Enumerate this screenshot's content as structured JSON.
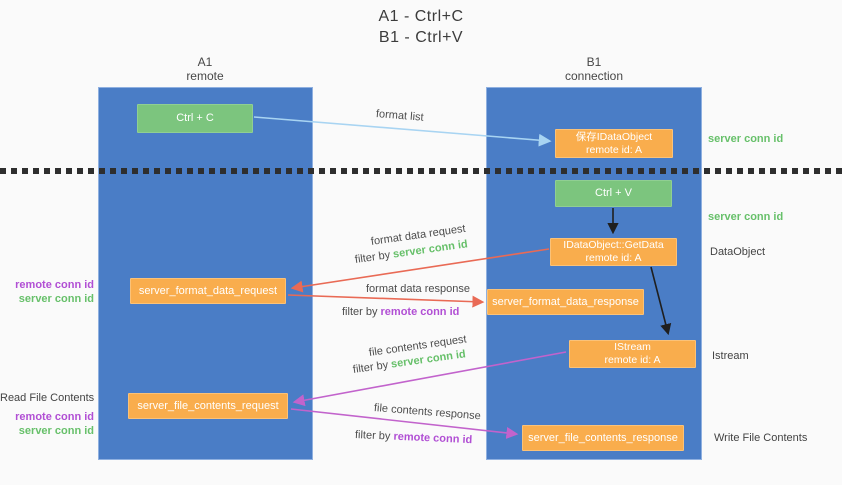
{
  "title": {
    "line1": "A1 - Ctrl+C",
    "line2": "B1 - Ctrl+V"
  },
  "columns": {
    "left": {
      "name": "A1",
      "role": "remote"
    },
    "right": {
      "name": "B1",
      "role": "connection"
    }
  },
  "nodes": {
    "ctrl_c": "Ctrl + C",
    "ctrl_v": "Ctrl + V",
    "save_idataobject": {
      "line1": "保存IDataObject",
      "line2": "remote id: A"
    },
    "getdata": {
      "line1": "IDataObject::GetData",
      "line2": "remote id: A"
    },
    "istream": {
      "line1": "IStream",
      "line2": "remote id: A"
    },
    "server_format_data_request": "server_format_data_request",
    "server_format_data_response": "server_format_data_response",
    "server_file_contents_request": "server_file_contents_request",
    "server_file_contents_response": "server_file_contents_response"
  },
  "right_labels": {
    "server_conn_id_top": "server conn id",
    "server_conn_id_mid": "server conn id",
    "dataobject": "DataObject",
    "istream": "Istream",
    "write_file_contents": "Write File Contents"
  },
  "left_labels": {
    "remote_conn_id_1": "remote conn id",
    "server_conn_id_1": "server conn id",
    "read_file_contents": "Read File Contents",
    "remote_conn_id_2": "remote conn id",
    "server_conn_id_2": "server conn id"
  },
  "arrow_labels": {
    "format_list": "format list",
    "format_data_request": "format data request",
    "filter_by_1": "filter by ",
    "filter_value_1": "server conn id",
    "format_data_response": "format data response",
    "filter_by_2": "filter by ",
    "filter_value_2": "remote conn id",
    "file_contents_request": "file contents request",
    "filter_by_3": "filter by ",
    "filter_value_3": "server conn id",
    "file_contents_response": "file contents response",
    "filter_by_4": "filter by ",
    "filter_value_4": "remote conn id"
  },
  "colors": {
    "column_blue": "#4a7dc6",
    "green_node": "#7cc57e",
    "orange_node": "#f9ad4d",
    "green_label": "#67c06a",
    "purple_label": "#b14fd4",
    "red_arrow": "#e96a55",
    "magenta_arrow": "#c263cc",
    "lightblue_arrow": "#a8d4f2",
    "black_arrow": "#1f1f1f"
  }
}
